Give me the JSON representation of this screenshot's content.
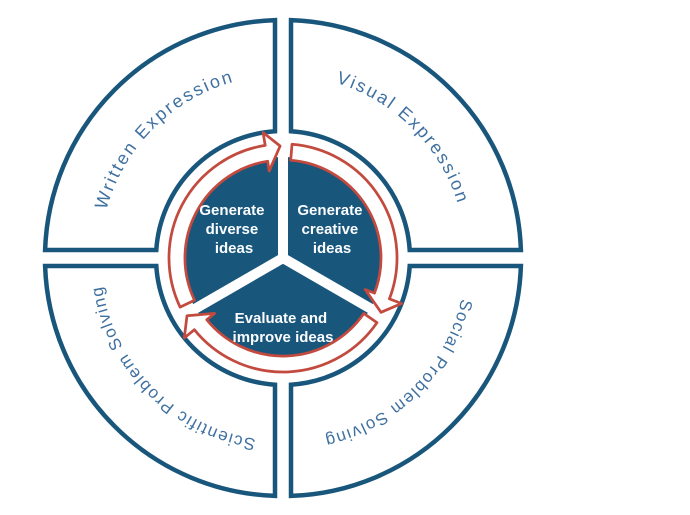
{
  "outer_ring": {
    "segments": [
      {
        "position": "top-left",
        "label": "Written Expression"
      },
      {
        "position": "top-right",
        "label": "Visual Expression"
      },
      {
        "position": "bottom-left",
        "label": "Scientific Problem Solving"
      },
      {
        "position": "bottom-right",
        "label": "Social Problem Solving"
      }
    ]
  },
  "inner_circle": {
    "sectors": [
      {
        "position": "left",
        "line1": "Generate",
        "line2": "diverse",
        "line3": "ideas"
      },
      {
        "position": "right",
        "line1": "Generate",
        "line2": "creative",
        "line3": "ideas"
      },
      {
        "position": "bottom",
        "line1": "Evaluate and",
        "line2": "improve ideas",
        "line3": ""
      }
    ]
  },
  "icons": {
    "cycle_arrow": "clockwise-arrow-icon",
    "cycle_arrow_count": 3
  },
  "colors": {
    "outline_blue": "#19567C",
    "inner_fill_blue": "#19567C",
    "label_blue": "#3F70A0",
    "arrow_red": "#C34A3E",
    "background": "#FFFFFF",
    "inner_text": "#FBFDFF"
  }
}
